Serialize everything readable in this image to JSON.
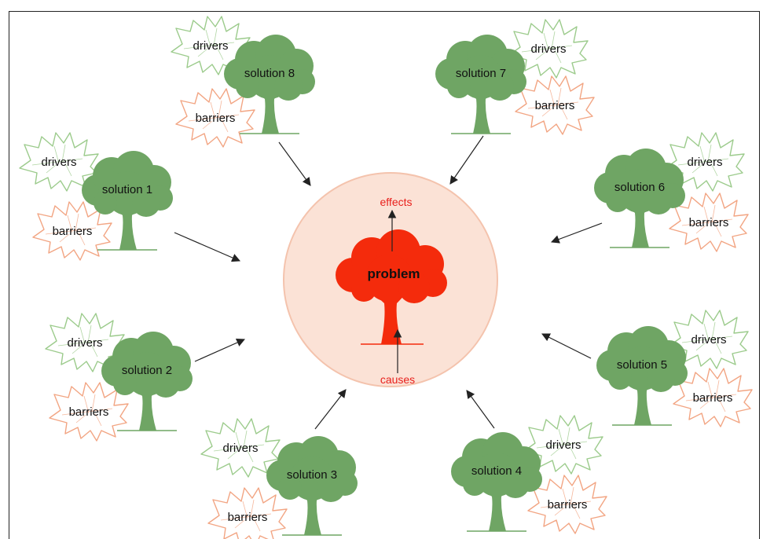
{
  "colors": {
    "solution_tree": "#6fa564",
    "problem_tree": "#f42b0c",
    "circle_fill": "#fbe2d6",
    "circle_stroke": "#f4c3ad",
    "drivers_leaf": "#9ccb8c",
    "barriers_leaf": "#f2a583",
    "label_red": "#e8201c",
    "arrow": "#222222"
  },
  "problem": {
    "label": "problem",
    "effects_label": "effects",
    "causes_label": "causes"
  },
  "solutions": [
    {
      "label": "solution 1",
      "drivers": "drivers",
      "barriers": "barriers"
    },
    {
      "label": "solution 2",
      "drivers": "drivers",
      "barriers": "barriers"
    },
    {
      "label": "solution 3",
      "drivers": "drivers",
      "barriers": "barriers"
    },
    {
      "label": "solution 4",
      "drivers": "drivers",
      "barriers": "barriers"
    },
    {
      "label": "solution 5",
      "drivers": "drivers",
      "barriers": "barriers"
    },
    {
      "label": "solution 6",
      "drivers": "drivers",
      "barriers": "barriers"
    },
    {
      "label": "solution 7",
      "drivers": "drivers",
      "barriers": "barriers"
    },
    {
      "label": "solution 8",
      "drivers": "drivers",
      "barriers": "barriers"
    }
  ]
}
